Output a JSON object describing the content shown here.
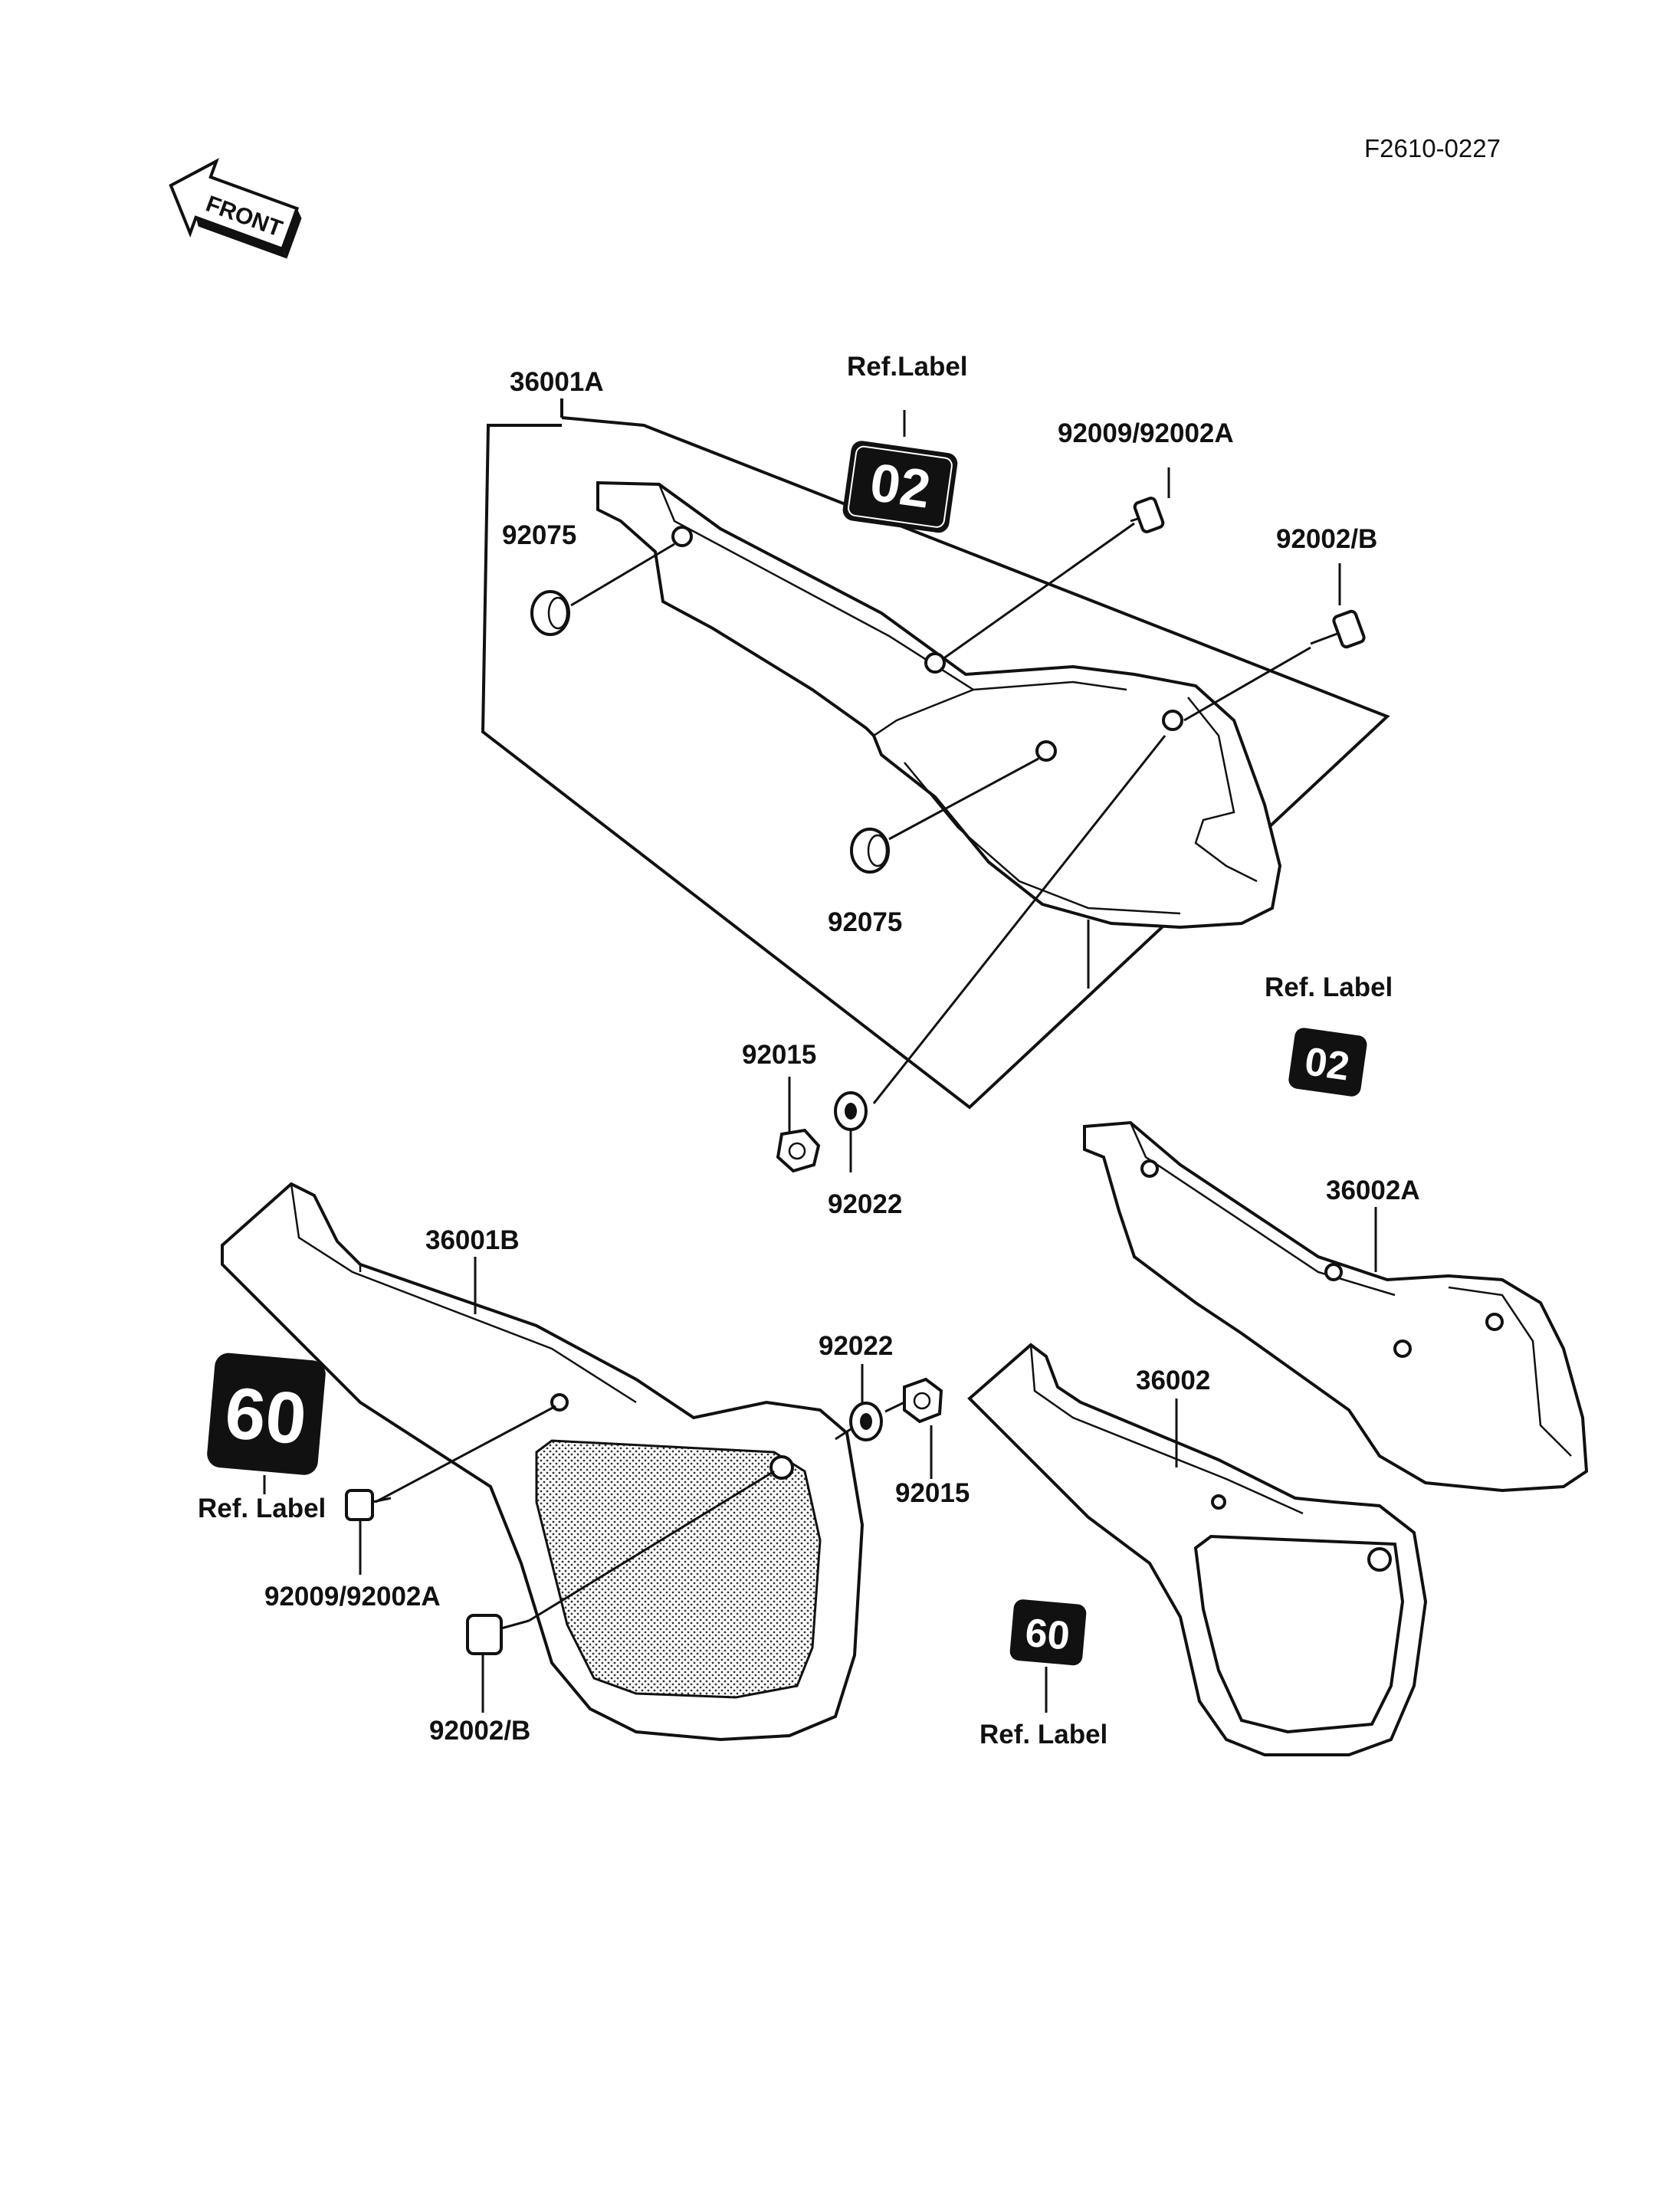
{
  "figure_code": "F2610-0227",
  "front_arrow_label": "FRONT",
  "callouts": {
    "p36001A": "36001A",
    "ref_label_top": "Ref.Label",
    "p92009_top": "92009/92002A",
    "p92002B_top": "92002/B",
    "p92075_upper": "92075",
    "p92075_lower": "92075",
    "ref_label_right": "Ref. Label",
    "p92015_upper": "92015",
    "p92022_upper": "92022",
    "p36002A": "36002A",
    "p36001B": "36001B",
    "p92022_lower": "92022",
    "p92015_lower": "92015",
    "p36002": "36002",
    "ref_label_left": "Ref. Label",
    "p92009_bottom": "92009/92002A",
    "p92002B_bottom": "92002/B",
    "ref_label_bottom": "Ref. Label"
  },
  "emblems": {
    "top": "02",
    "right": "02",
    "left": "60",
    "bottom": "60"
  }
}
